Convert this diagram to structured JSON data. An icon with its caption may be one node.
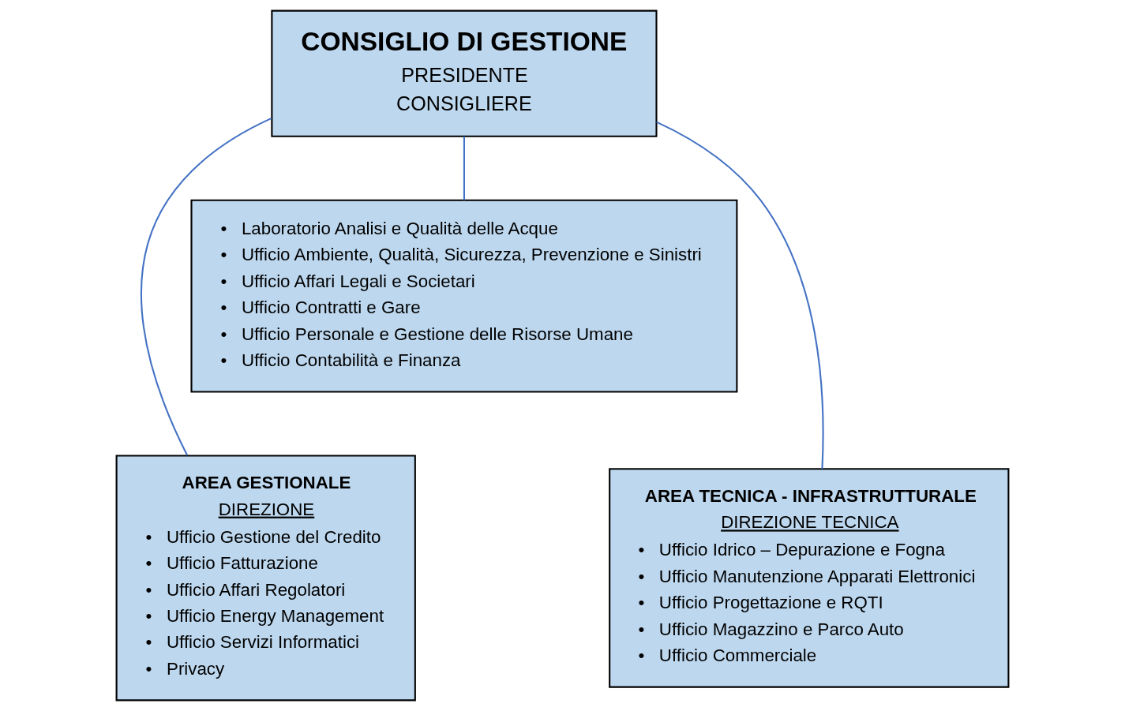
{
  "diagram": {
    "nodes": [
      {
        "text": [
          "CONSIGLIO DI GESTIONE",
          "PRESIDENTE",
          "CONSIGLIERE"
        ]
      },
      {
        "text": [
          "•   Laboratorio Analisi e Qualità delle Acque",
          "•   Ufficio Ambiente, Qualità, Sicurezza, Prevenzione e Sinistri",
          "•   Ufficio Affari Legali e Societari",
          "•   Ufficio Contratti e Gare",
          "•   Ufficio Personale e Gestione delle Risorse Umane",
          "•   Ufficio Contabilità e Finanza"
        ]
      },
      {
        "text": [
          "AREA GESTIONALE",
          "DIREZIONE",
          "•   Ufficio Gestione del Credito",
          "•   Ufficio Fatturazione",
          "•   Ufficio Affari Regolatori",
          "•   Ufficio Energy Management",
          "•   Ufficio Servizi Informatici",
          "•   Privacy"
        ]
      },
      {
        "text": [
          "AREA TECNICA - INFRASTRUTTURALE",
          "DIREZIONE TECNICA",
          "•   Ufficio Idrico – Depurazione e Fogna",
          "•   Ufficio Manutenzione Apparati Elettronici",
          "•   Ufficio Progettazione e RQTI",
          "•   Ufficio Magazzino e Parco Auto",
          "•   Ufficio Commerciale"
        ]
      }
    ],
    "edges": [
      {
        "from": 0,
        "to": 1,
        "arrow": "none"
      },
      {
        "from": 0,
        "to": 2,
        "arrow": "none"
      },
      {
        "from": 0,
        "to": 3,
        "arrow": "none"
      }
    ]
  }
}
